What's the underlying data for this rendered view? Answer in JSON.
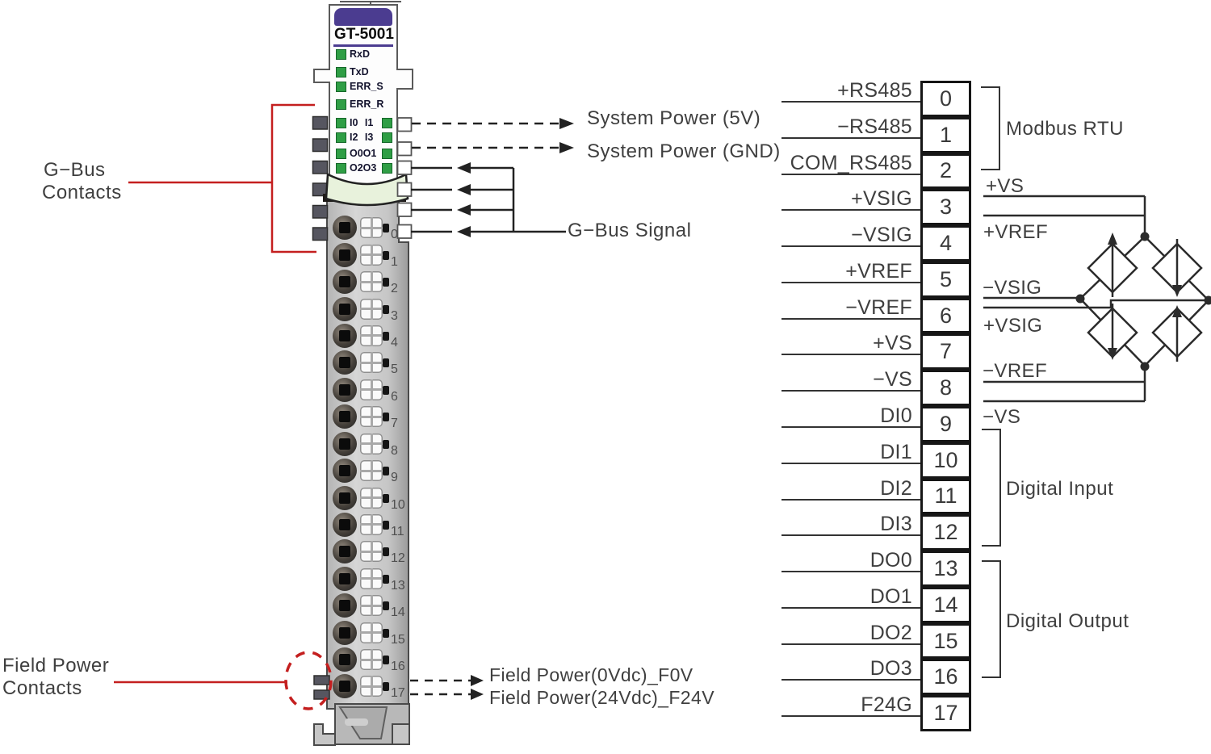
{
  "device": {
    "model": "GT-5001",
    "leds": [
      "RxD",
      "TxD",
      "ERR_S",
      "ERR_R",
      "I0 I1",
      "I2 I3",
      "O0O1",
      "O2O3"
    ],
    "terminals": [
      "0",
      "1",
      "2",
      "3",
      "4",
      "5",
      "6",
      "7",
      "8",
      "9",
      "10",
      "11",
      "12",
      "13",
      "14",
      "15",
      "16",
      "17"
    ]
  },
  "callouts": {
    "gbus_contacts_line1": "G−Bus",
    "gbus_contacts_line2": "Contacts",
    "field_contacts_line1": "Field Power",
    "field_contacts_line2": "Contacts",
    "system_power_5v": "System Power (5V)",
    "system_power_gnd": "System Power (GND)",
    "gbus_signal": "G−Bus Signal",
    "field_power_0v": "Field Power(0Vdc)_F0V",
    "field_power_24v": "Field Power(24Vdc)_F24V"
  },
  "pin_table": {
    "pins": [
      {
        "signal": "+RS485",
        "pin": "0"
      },
      {
        "signal": "−RS485",
        "pin": "1"
      },
      {
        "signal": "COM_RS485",
        "pin": "2"
      },
      {
        "signal": "+VSIG",
        "pin": "3"
      },
      {
        "signal": "−VSIG",
        "pin": "4"
      },
      {
        "signal": "+VREF",
        "pin": "5"
      },
      {
        "signal": "−VREF",
        "pin": "6"
      },
      {
        "signal": "+VS",
        "pin": "7"
      },
      {
        "signal": "−VS",
        "pin": "8"
      },
      {
        "signal": "DI0",
        "pin": "9"
      },
      {
        "signal": "DI1",
        "pin": "10"
      },
      {
        "signal": "DI2",
        "pin": "11"
      },
      {
        "signal": "DI3",
        "pin": "12"
      },
      {
        "signal": "DO0",
        "pin": "13"
      },
      {
        "signal": "DO1",
        "pin": "14"
      },
      {
        "signal": "DO2",
        "pin": "15"
      },
      {
        "signal": "DO3",
        "pin": "16"
      },
      {
        "signal": "F24G",
        "pin": "17"
      }
    ],
    "groups": [
      {
        "label": "Modbus RTU",
        "pins_from": 0,
        "pins_to": 2
      },
      {
        "label": "Digital Input",
        "pins_from": 9,
        "pins_to": 12
      },
      {
        "label": "Digital Output",
        "pins_from": 13,
        "pins_to": 16
      }
    ]
  },
  "bridge": {
    "vs_plus": "+VS",
    "vref_plus": "+VREF",
    "vsig_minus": "−VSIG",
    "vsig_plus": "+VSIG",
    "vref_minus": "−VREF",
    "vs_minus": "−VS"
  },
  "colors": {
    "accent_red": "#c41f1f",
    "module_purple": "#4b3c90",
    "led_green": "#2f9e45",
    "body_gray": "#c9c9c9",
    "line": "#2b2b2b"
  }
}
